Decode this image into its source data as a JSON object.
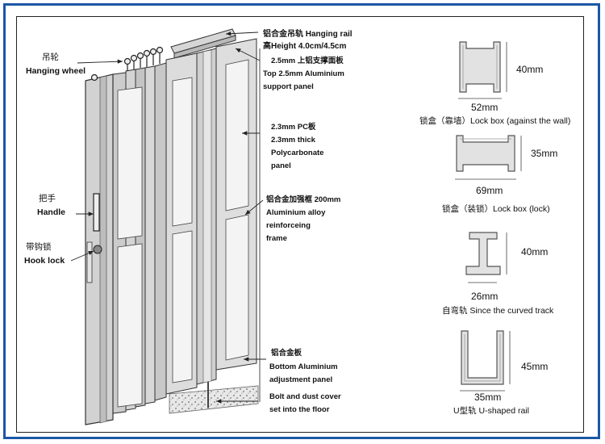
{
  "door_labels": {
    "hanging_wheel_cn": "吊轮",
    "hanging_wheel_en": "Hanging wheel",
    "handle_cn": "把手",
    "handle_en": "Handle",
    "hook_lock_cn": "带钩锁",
    "hook_lock_en": "Hook lock",
    "hanging_rail_1": "铝合金吊轨 Hanging rail",
    "hanging_rail_2": "高Height 4.0cm/4.5cm",
    "top_panel_1": "2.5mm 上铝支撑面板",
    "top_panel_2": "Top 2.5mm Aluminium",
    "top_panel_3": "support panel",
    "pc_1": "2.3mm PC板",
    "pc_2": "2.3mm thick",
    "pc_3": "Polycarbonate",
    "pc_4": "panel",
    "frame_1": "铝合金加强框 200mm",
    "frame_2": "Aluminium alloy",
    "frame_3": "reinforceing",
    "frame_4": "frame",
    "bottom_1": "铝合金板",
    "bottom_2": "Bottom Aluminium",
    "bottom_3": "adjustment panel",
    "bolt_1": "Bolt and dust cover",
    "bolt_2": "set into the floor"
  },
  "profiles": [
    {
      "dim_h": "40mm",
      "dim_w": "52mm",
      "caption": "锁盒（靠墙）Lock box (against the wall)"
    },
    {
      "dim_h": "35mm",
      "dim_w": "69mm",
      "caption": "锁盒（装锁）Lock box (lock)"
    },
    {
      "dim_h": "40mm",
      "dim_w": "26mm",
      "caption": "自弯轨 Since the curved track"
    },
    {
      "dim_h": "45mm",
      "dim_w": "35mm",
      "caption": "U型轨 U-shaped rail"
    }
  ],
  "colors": {
    "frame_border": "#1b57a6",
    "line": "#333333",
    "panel_fill": "#d9d9d9",
    "glass": "#f4f4f4"
  }
}
